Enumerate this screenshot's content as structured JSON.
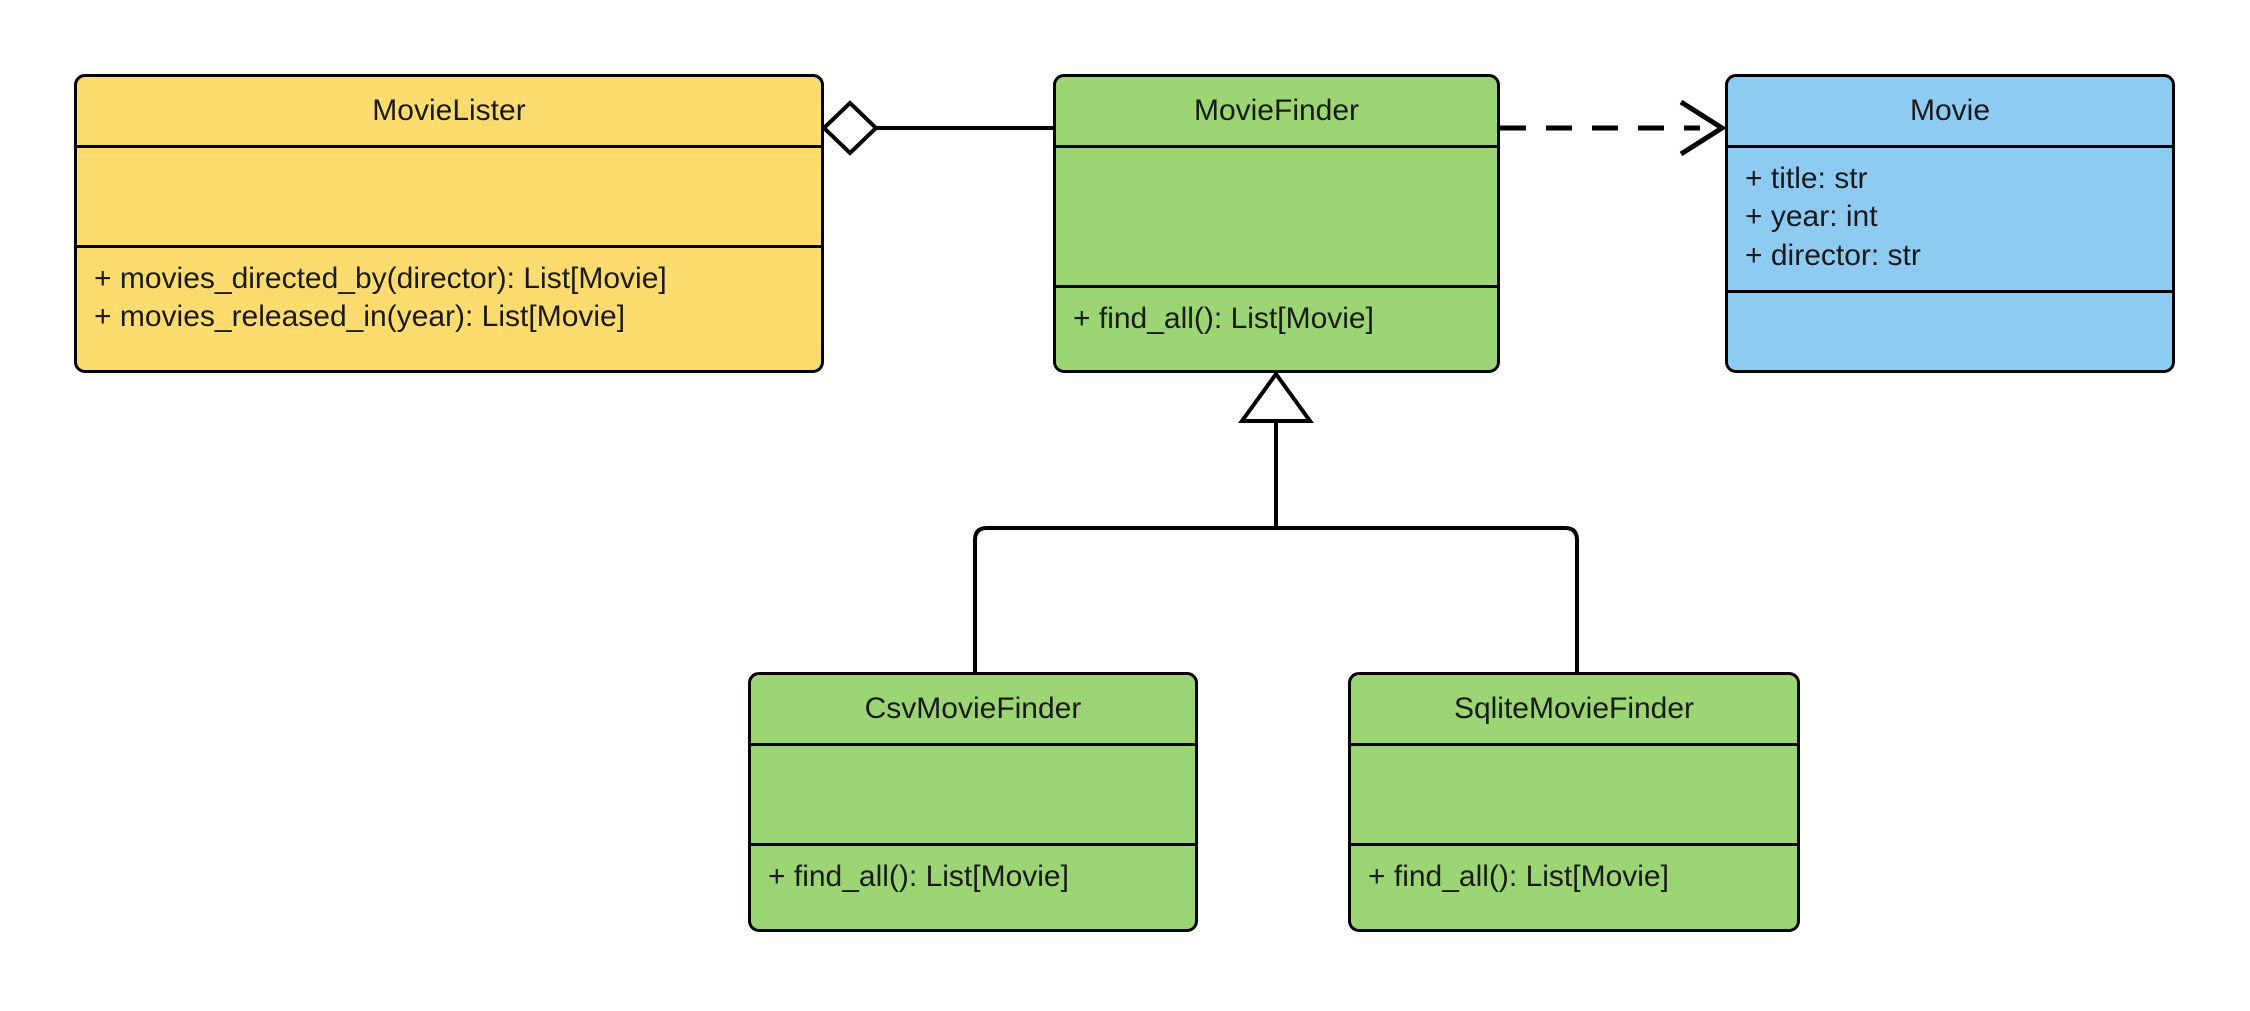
{
  "diagram": {
    "title": "MovieLister dependency injection UML class diagram",
    "type": "uml-class-diagram",
    "background": "#ffffff",
    "line_color": "#000000",
    "text_color": "#1a1a1a",
    "palette": {
      "yellow": "#fcdc6e",
      "green": "#9cd573",
      "blue": "#8ecbf2"
    }
  },
  "classes": [
    {
      "id": "movie-lister",
      "name": "MovieLister",
      "fill": "#fcdc6e",
      "attributes": [],
      "methods": [
        "+ movies_directed_by(director): List[Movie]",
        "+ movies_released_in(year): List[Movie]"
      ]
    },
    {
      "id": "movie-finder",
      "name": "MovieFinder",
      "fill": "#9cd573",
      "attributes": [],
      "methods": [
        "+ find_all(): List[Movie]"
      ]
    },
    {
      "id": "movie",
      "name": "Movie",
      "fill": "#8ecbf2",
      "attributes": [
        "+ title: str",
        "+ year: int",
        "+ director: str"
      ],
      "methods": []
    },
    {
      "id": "csv-movie-finder",
      "name": "CsvMovieFinder",
      "fill": "#9cd573",
      "attributes": [],
      "methods": [
        "+ find_all(): List[Movie]"
      ]
    },
    {
      "id": "sqlite-movie-finder",
      "name": "SqliteMovieFinder",
      "fill": "#9cd573",
      "attributes": [],
      "methods": [
        "+ find_all(): List[Movie]"
      ]
    }
  ],
  "relationships": [
    {
      "id": "lister-finder",
      "type": "aggregation",
      "from": "MovieLister",
      "to": "MovieFinder",
      "marker": "hollow-diamond",
      "line": "solid"
    },
    {
      "id": "finder-movie",
      "type": "dependency",
      "from": "MovieFinder",
      "to": "Movie",
      "marker": "open-arrow",
      "line": "dashed"
    },
    {
      "id": "csv-inherits-finder",
      "type": "generalization",
      "from": "CsvMovieFinder",
      "to": "MovieFinder",
      "marker": "hollow-triangle",
      "line": "solid"
    },
    {
      "id": "sqlite-inherits-finder",
      "type": "generalization",
      "from": "SqliteMovieFinder",
      "to": "MovieFinder",
      "marker": "hollow-triangle",
      "line": "solid"
    }
  ]
}
